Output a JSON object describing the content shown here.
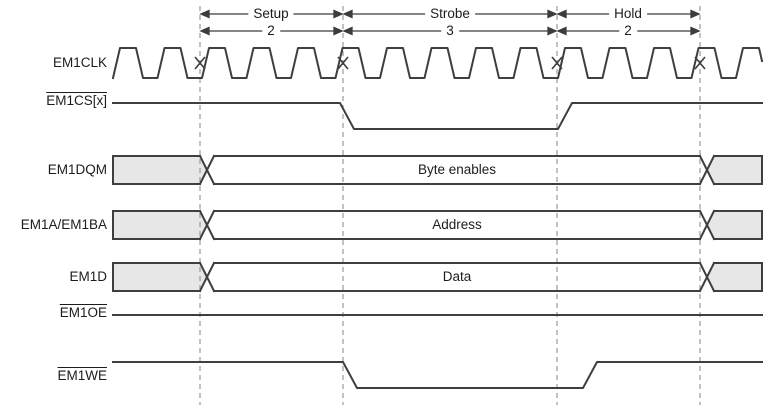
{
  "colors": {
    "waveform": "#3f3f3f",
    "dashed_guide": "#999999",
    "bus_invalid_fill": "#e7e7e7",
    "text": "#1c1c1c",
    "background": "#ffffff"
  },
  "annotations": [
    {
      "label": "Setup",
      "value": "2"
    },
    {
      "label": "Strobe",
      "value": "3"
    },
    {
      "label": "Hold",
      "value": "2"
    }
  ],
  "signals": [
    {
      "name": "EM1CLK",
      "type": "clock",
      "overline": false
    },
    {
      "name": "EM1CS[x]",
      "type": "line",
      "overline": true,
      "behavior": "low during Strobe"
    },
    {
      "name": "EM1DQM",
      "type": "bus",
      "overline": false,
      "bus_label": "Byte enables"
    },
    {
      "name": "EM1A/EM1BA",
      "type": "bus",
      "overline": false,
      "bus_label": "Address"
    },
    {
      "name": "EM1D",
      "type": "bus",
      "overline": false,
      "bus_label": "Data"
    },
    {
      "name": "EM1OE",
      "type": "line",
      "overline": true,
      "behavior": "high throughout"
    },
    {
      "name": "EM1WE",
      "type": "line",
      "overline": true,
      "behavior": "low during Strobe"
    }
  ]
}
